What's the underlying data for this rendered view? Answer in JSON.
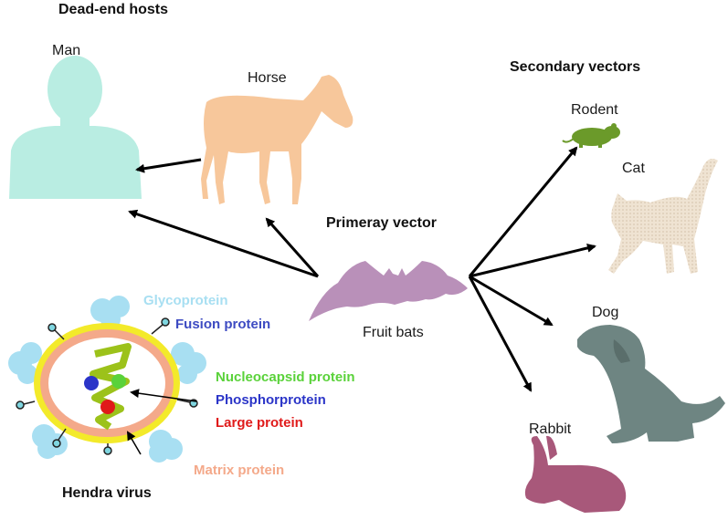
{
  "headings": {
    "dead_end_hosts": "Dead-end hosts",
    "secondary_vectors": "Secondary vectors",
    "primary_vector": "Primeray vector"
  },
  "animals": {
    "man": "Man",
    "horse": "Horse",
    "fruit_bats": "Fruit bats",
    "rodent": "Rodent",
    "cat": "Cat",
    "dog": "Dog",
    "rabbit": "Rabbit"
  },
  "virus": {
    "title": "Hendra virus",
    "glycoprotein": "Glycoprotein",
    "fusion_protein": "Fusion protein",
    "nucleocapsid_protein": "Nucleocapsid protein",
    "phosphorprotein": "Phosphorprotein",
    "large_protein": "Large protein",
    "matrix_protein": "Matrix protein"
  },
  "colors": {
    "man": "#b9ede2",
    "horse": "#f7c79b",
    "bat": "#b990b9",
    "rodent": "#6b9a2a",
    "cat": "#efe3d2",
    "dog": "#6e8582",
    "rabbit": "#a8587a",
    "glycoprotein": "#a8dff2",
    "fusion_protein": "#3d4bc2",
    "nucleocapsid_protein": "#5ad23a",
    "phosphorprotein": "#2b35c8",
    "large_protein": "#e01a1a",
    "matrix_protein": "#f4a98a",
    "envelope": "#f3ea2a"
  }
}
